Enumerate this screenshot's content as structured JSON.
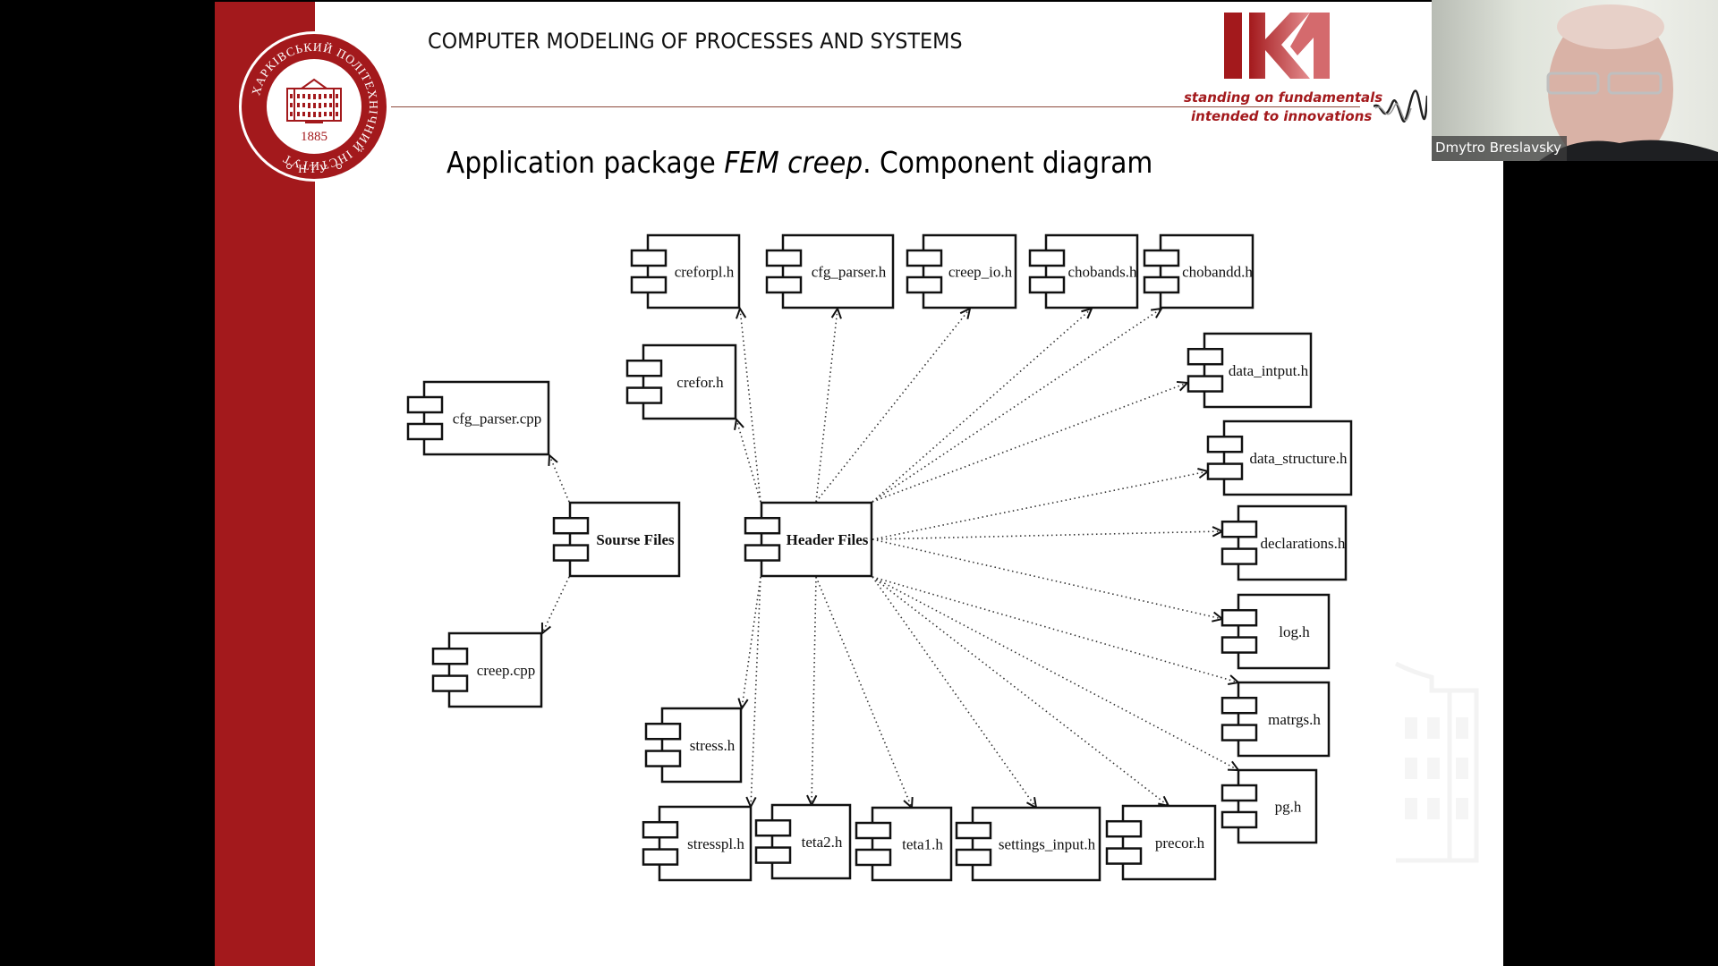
{
  "slide": {
    "header_title": "COMPUTER MODELING OF PROCESSES AND SYSTEMS",
    "title_part1": "Application package ",
    "title_italic": "FEM creep",
    "title_part2": ". Component diagram",
    "seal": {
      "ring_text": "ХАРКІВСЬКИЙ ПОЛІТЕХНІЧНИЙ ІНСТИТУТ",
      "year": "1885",
      "bottom_text": "НТУ"
    },
    "logo_text": "IKM",
    "tagline_line1": "standing on fundamentals",
    "tagline_line2": "intended to innovations",
    "colors": {
      "brand_red": "#a3191c",
      "ink": "#111111"
    }
  },
  "diagram": {
    "hubs": [
      {
        "id": "sourse_files",
        "label": "Sourse  Files",
        "bold": true
      },
      {
        "id": "header_files",
        "label": "Header Files",
        "bold": true
      }
    ],
    "components": [
      {
        "id": "creforpl_h",
        "label": "creforpl.h"
      },
      {
        "id": "cfg_parser_h",
        "label": "cfg_parser.h"
      },
      {
        "id": "creep_io_h",
        "label": "creep_io.h"
      },
      {
        "id": "chobands_h",
        "label": "chobands.h"
      },
      {
        "id": "chobandd_h",
        "label": "chobandd.h"
      },
      {
        "id": "crefor_h",
        "label": "crefor.h"
      },
      {
        "id": "cfg_parser_cpp",
        "label": "cfg_parser.cpp"
      },
      {
        "id": "data_intput_h",
        "label": "data_intput.h"
      },
      {
        "id": "data_structure_h",
        "label": "data_structure.h"
      },
      {
        "id": "declarations_h",
        "label": "declarations.h"
      },
      {
        "id": "log_h",
        "label": "log.h"
      },
      {
        "id": "matrgs_h",
        "label": "matrgs.h"
      },
      {
        "id": "pg_h",
        "label": "pg.h"
      },
      {
        "id": "creep_cpp",
        "label": "creep.cpp"
      },
      {
        "id": "stress_h",
        "label": "stress.h"
      },
      {
        "id": "stresspl_h",
        "label": "stresspl.h"
      },
      {
        "id": "teta2_h",
        "label": "teta2.h"
      },
      {
        "id": "teta1_h",
        "label": "teta1.h"
      },
      {
        "id": "settings_input_h",
        "label": "settings_input.h"
      },
      {
        "id": "precor_h",
        "label": "precor.h"
      }
    ],
    "dependencies": [
      {
        "from": "sourse_files",
        "to": "cfg_parser_cpp"
      },
      {
        "from": "sourse_files",
        "to": "creep_cpp"
      },
      {
        "from": "header_files",
        "to": "creforpl_h"
      },
      {
        "from": "header_files",
        "to": "crefor_h"
      },
      {
        "from": "header_files",
        "to": "cfg_parser_h"
      },
      {
        "from": "header_files",
        "to": "creep_io_h"
      },
      {
        "from": "header_files",
        "to": "chobands_h"
      },
      {
        "from": "header_files",
        "to": "chobandd_h"
      },
      {
        "from": "header_files",
        "to": "data_intput_h"
      },
      {
        "from": "header_files",
        "to": "data_structure_h"
      },
      {
        "from": "header_files",
        "to": "declarations_h"
      },
      {
        "from": "header_files",
        "to": "log_h"
      },
      {
        "from": "header_files",
        "to": "matrgs_h"
      },
      {
        "from": "header_files",
        "to": "pg_h"
      },
      {
        "from": "header_files",
        "to": "stress_h"
      },
      {
        "from": "header_files",
        "to": "stresspl_h"
      },
      {
        "from": "header_files",
        "to": "teta2_h"
      },
      {
        "from": "header_files",
        "to": "teta1_h"
      },
      {
        "from": "header_files",
        "to": "settings_input_h"
      },
      {
        "from": "header_files",
        "to": "precor_h"
      }
    ]
  },
  "video": {
    "participant_name": "Dmytro Breslavsky"
  }
}
